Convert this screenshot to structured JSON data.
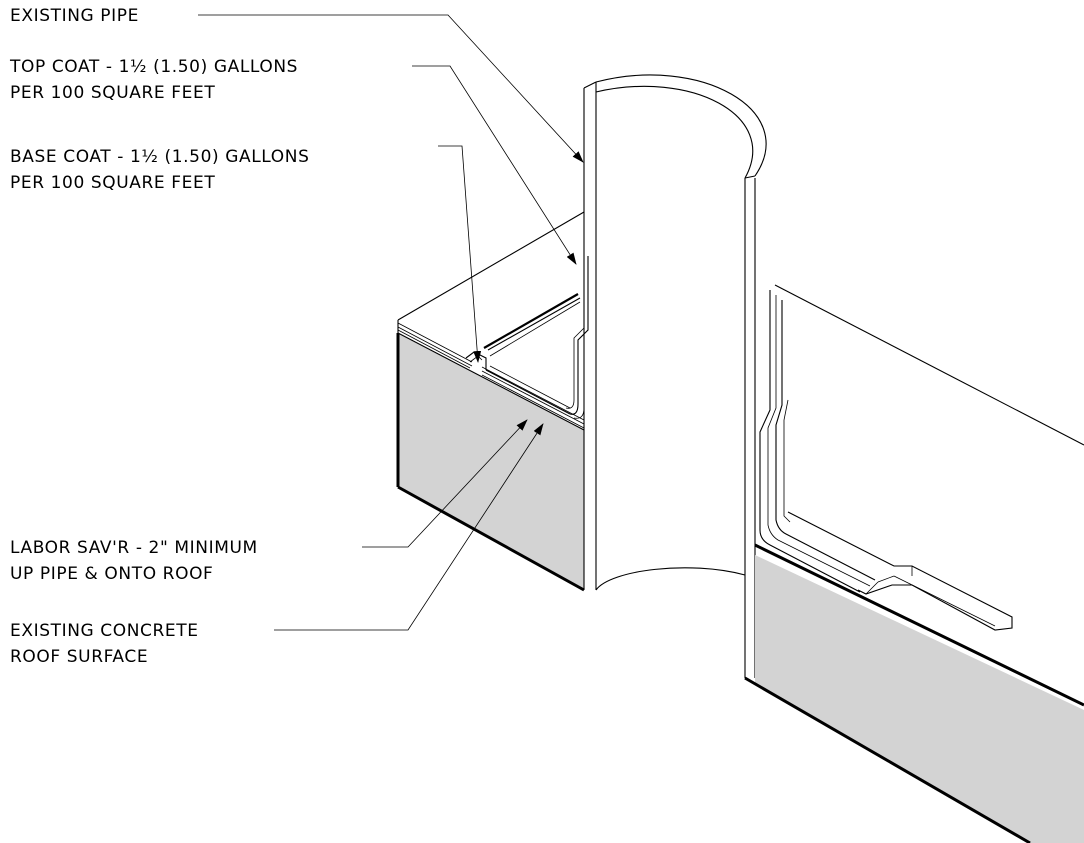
{
  "labels": {
    "existing_pipe": [
      "EXISTING PIPE"
    ],
    "top_coat": [
      "TOP COAT - 1½ (1.50) GALLONS",
      "PER 100 SQUARE FEET"
    ],
    "base_coat": [
      "BASE COAT - 1½ (1.50) GALLONS",
      "PER 100 SQUARE FEET"
    ],
    "labor_savr": [
      "LABOR SAV'R - 2\" MINIMUM",
      "UP PIPE & ONTO ROOF"
    ],
    "concrete": [
      "EXISTING CONCRETE",
      "ROOF SURFACE"
    ]
  },
  "colors": {
    "line": "#000000",
    "concrete_fill": "#d3d3d3",
    "background": "#ffffff"
  }
}
